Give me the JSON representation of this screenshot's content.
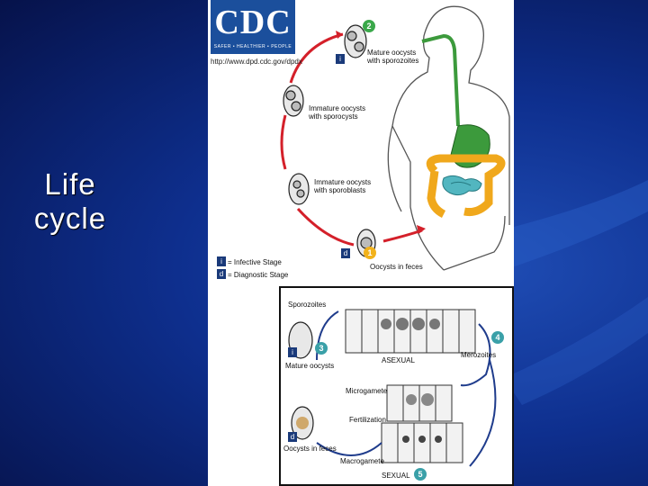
{
  "slide": {
    "title": "Life\ncycle"
  },
  "figure": {
    "logo": {
      "letters": "CDC",
      "tagline": "SAFER • HEALTHIER • PEOPLE"
    },
    "url": "http://www.dpd.cdc.gov/dpdx",
    "labels": {
      "mature_oocysts": "Mature oocysts\nwith sporozoites",
      "immature_sporocysts": "Immature oocysts\nwith sporocysts",
      "immature_sporoblasts": "Immature oocysts\nwith sporoblasts",
      "oocysts_feces_top": "Oocysts in feces",
      "infective_stage": "= Infective Stage",
      "diagnostic_stage": "= Diagnostic Stage"
    },
    "inset_labels": {
      "sporozoites": "Sporozoites",
      "mature_oocysts": "Mature oocysts",
      "asexual": "ASEXUAL",
      "merozoites": "Merozoites",
      "microgamete": "Microgamete",
      "fertilization": "Fertilization",
      "oocysts_feces": "Oocysts in feces",
      "macrogamete": "Macrogamete",
      "sexual": "SEXUAL"
    },
    "steps": [
      "1",
      "2",
      "3",
      "4",
      "5"
    ],
    "stage_marks": {
      "infective": "i",
      "diagnostic": "d"
    },
    "colors": {
      "badge_green": "#3aa84a",
      "badge_yellow": "#f2b21b",
      "badge_teal": "#3aa0a8",
      "cycle_arrow": "#d4202a",
      "inset_arrow": "#1f3c8c",
      "stomach": "#3c9a3c",
      "intestine": "#f0a81c",
      "small_intestine": "#52b6c0"
    }
  }
}
